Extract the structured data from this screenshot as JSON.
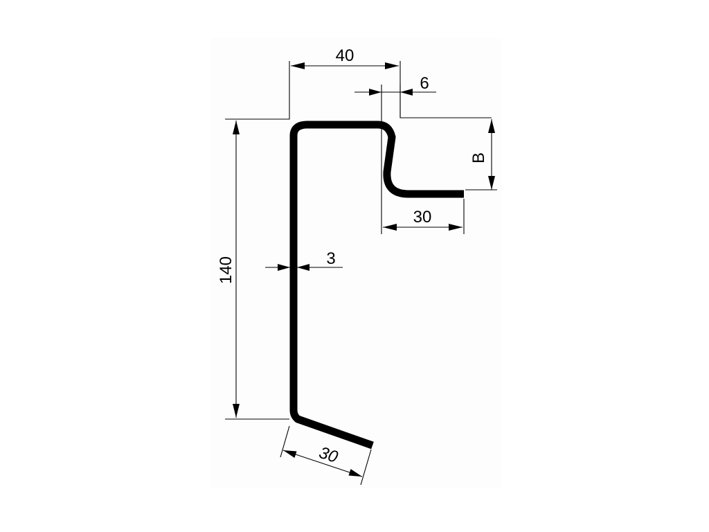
{
  "drawing": {
    "dimensions": {
      "top_width": "40",
      "lip_offset": "6",
      "lip_height": "B",
      "lip_length": "30",
      "thickness": "3",
      "height": "140",
      "bottom_flange": "30"
    },
    "colors": {
      "line": "#000000",
      "background": "#ffffff"
    }
  }
}
